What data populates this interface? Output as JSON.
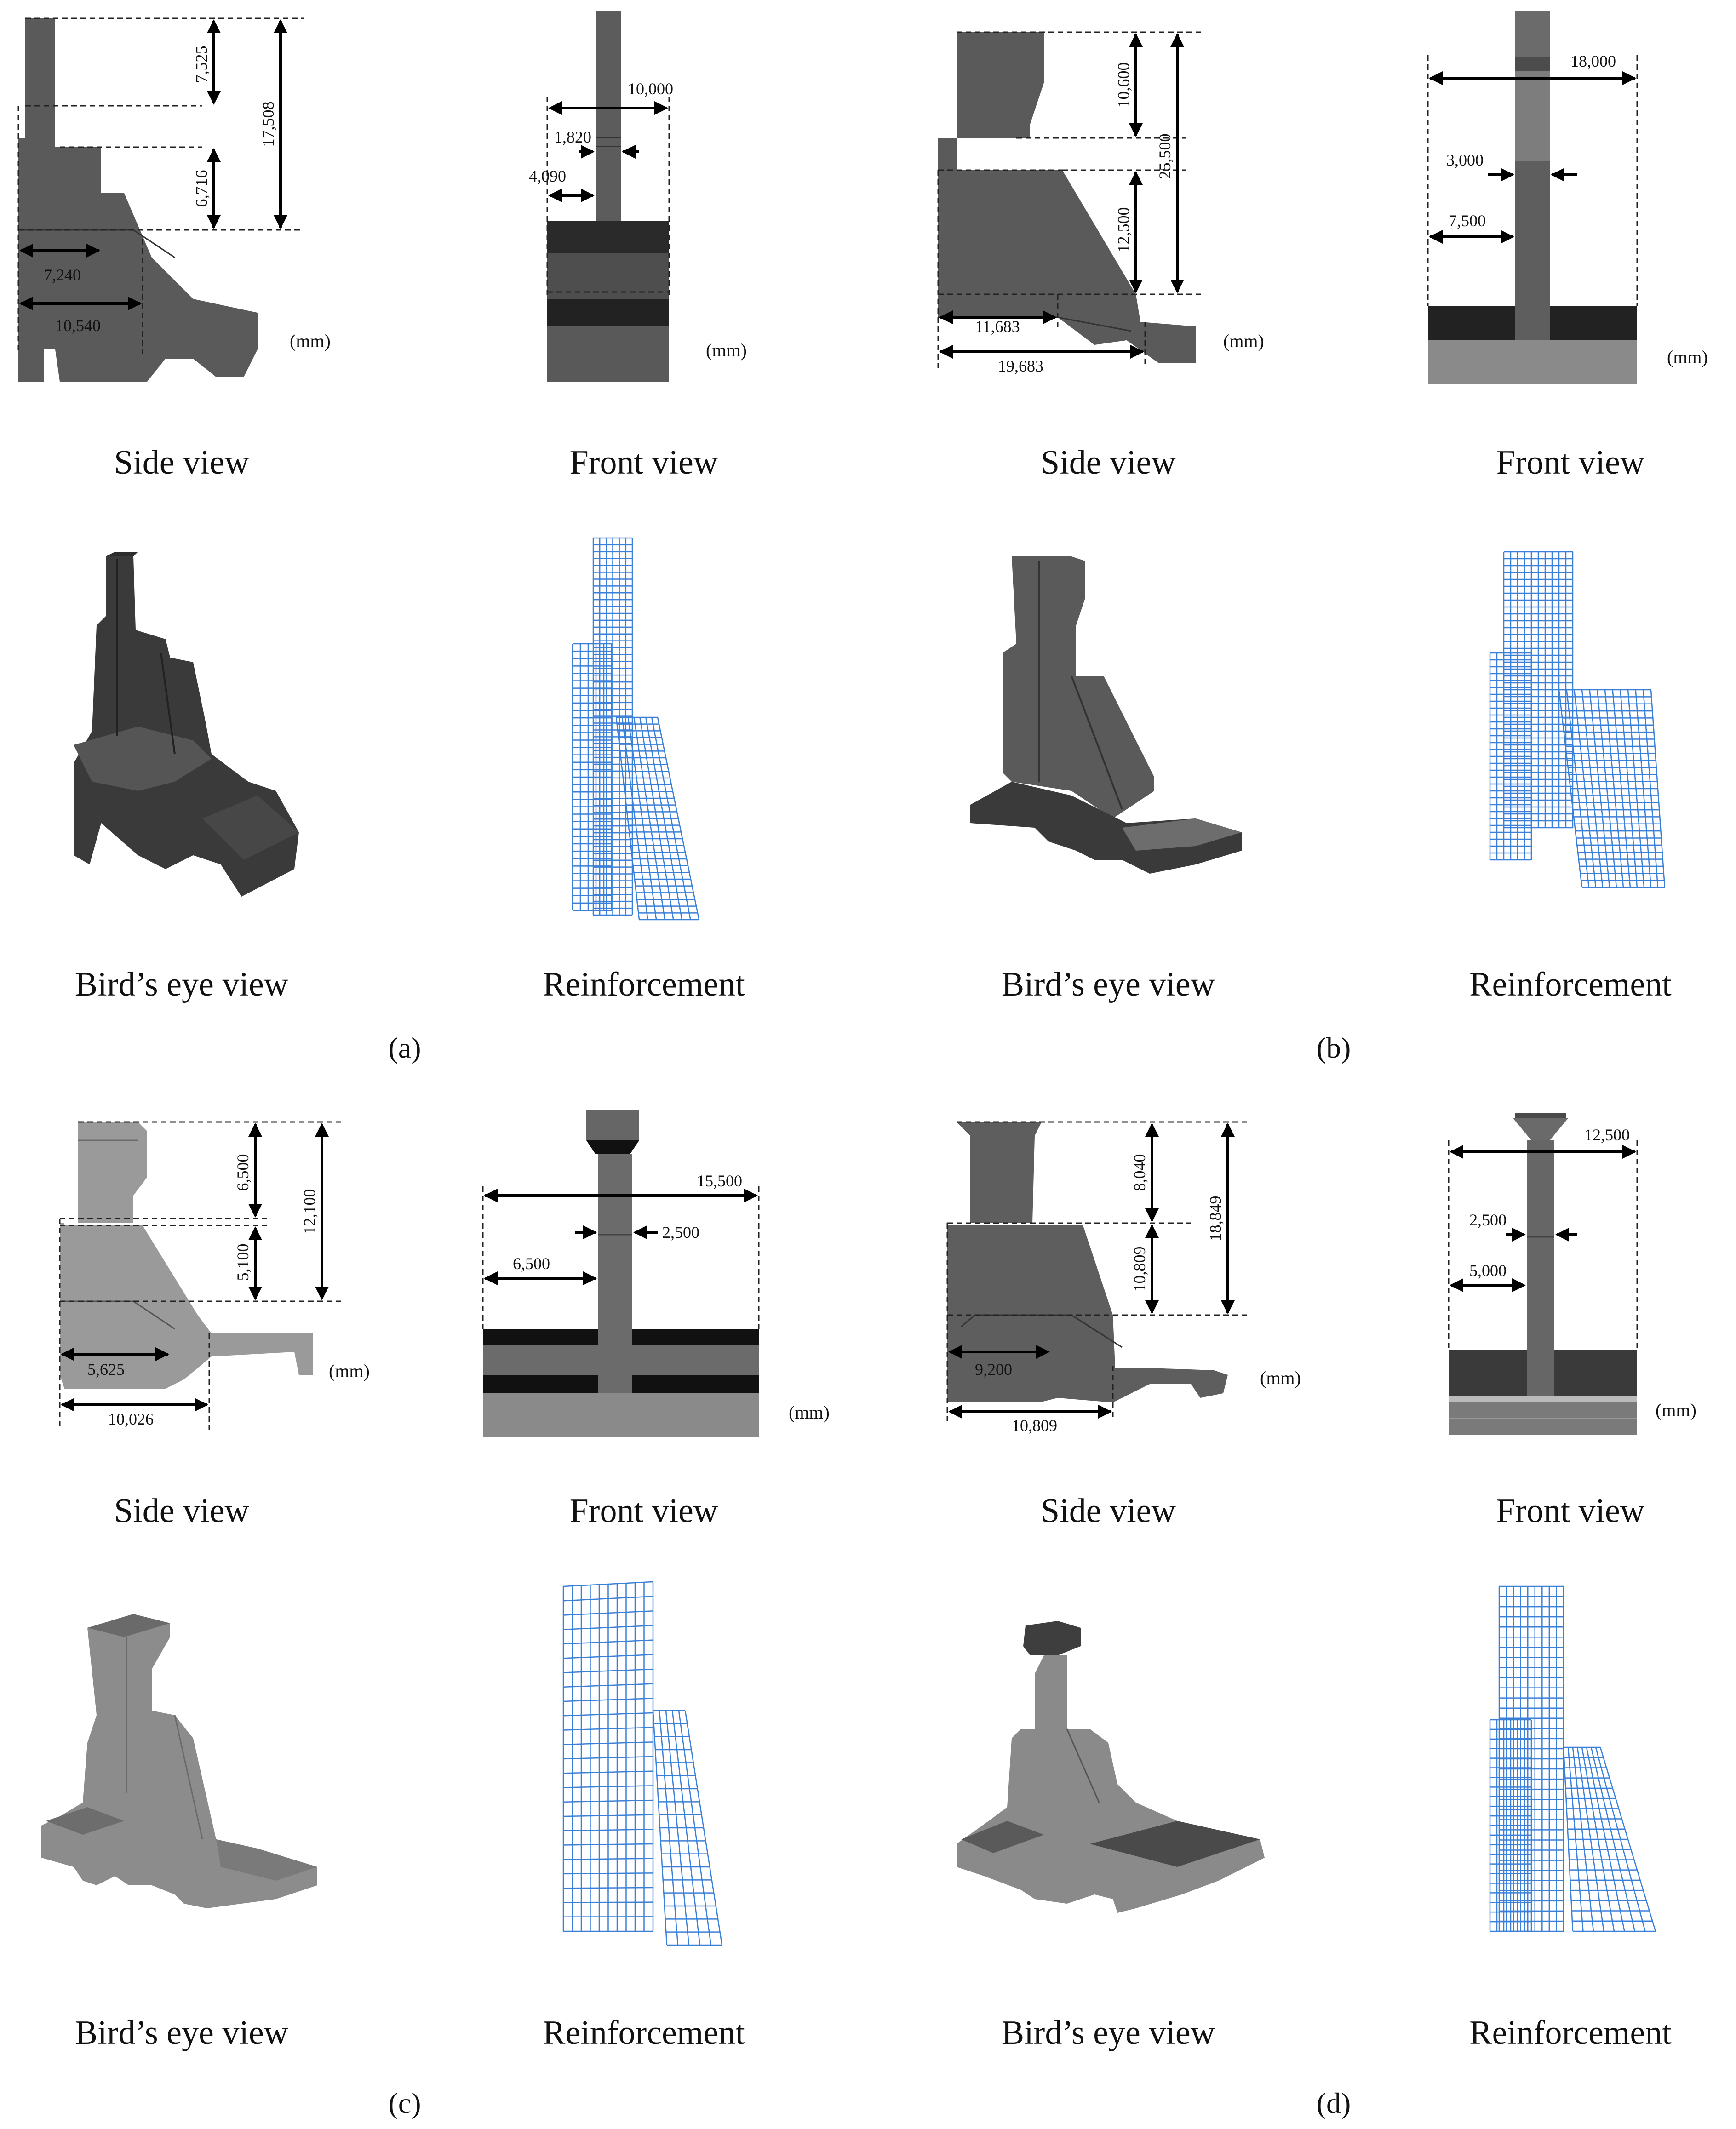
{
  "panels": {
    "a": {
      "label": "(a)",
      "side_view": {
        "caption": "Side view",
        "dims": [
          "7,525",
          "17,508",
          "6,716",
          "7,240",
          "10,540"
        ],
        "unit": "(mm)"
      },
      "front_view": {
        "caption": "Front view",
        "dims": [
          "10,000",
          "1,820",
          "4,090"
        ],
        "unit": "(mm)"
      },
      "birds_eye": {
        "caption": "Bird’s eye view"
      },
      "reinforcement": {
        "caption": "Reinforcement"
      }
    },
    "b": {
      "label": "(b)",
      "side_view": {
        "caption": "Side view",
        "dims": [
          "10,600",
          "25,500",
          "12,500",
          "11,683",
          "19,683"
        ],
        "unit": "(mm)"
      },
      "front_view": {
        "caption": "Front view",
        "dims": [
          "18,000",
          "3,000",
          "7,500"
        ],
        "unit": "(mm)"
      },
      "birds_eye": {
        "caption": "Bird’s eye view"
      },
      "reinforcement": {
        "caption": "Reinforcement"
      }
    },
    "c": {
      "label": "(c)",
      "side_view": {
        "caption": "Side view",
        "dims": [
          "6,500",
          "12,100",
          "5,100",
          "5,625",
          "10,026"
        ],
        "unit": "(mm)"
      },
      "front_view": {
        "caption": "Front view",
        "dims": [
          "15,500",
          "2,500",
          "6,500"
        ],
        "unit": "(mm)"
      },
      "birds_eye": {
        "caption": "Bird’s eye view"
      },
      "reinforcement": {
        "caption": "Reinforcement"
      }
    },
    "d": {
      "label": "(d)",
      "side_view": {
        "caption": "Side view",
        "dims": [
          "8,040",
          "18,849",
          "10,809",
          "9,200",
          "10,809"
        ],
        "unit": "(mm)"
      },
      "front_view": {
        "caption": "Front view",
        "dims": [
          "12,500",
          "2,500",
          "5,000"
        ],
        "unit": "(mm)"
      },
      "birds_eye": {
        "caption": "Bird’s eye view"
      },
      "reinforcement": {
        "caption": "Reinforcement"
      }
    }
  },
  "colors": {
    "concrete_dark": "#4a4a4a",
    "concrete_mid": "#6b6b6b",
    "concrete_light": "#9a9a9a",
    "footing_black": "#1c1c1c",
    "rebar_blue": "#3a7fd8"
  }
}
